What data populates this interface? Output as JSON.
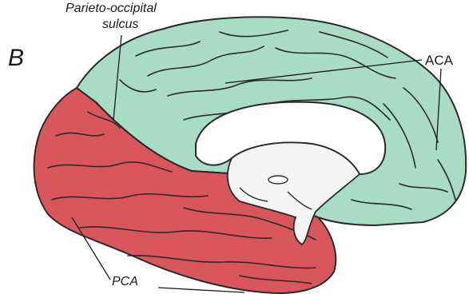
{
  "figure": {
    "panel_letter": "B",
    "labels": {
      "sulcus_line1": "Parieto-occipital",
      "sulcus_line2": "sulcus",
      "aca": "ACA",
      "pca": "PCA"
    },
    "colors": {
      "aca_territory": "#a9dcc5",
      "pca_territory": "#d9565d",
      "outline": "#2a2a2a",
      "corpus_callosum": "#ffffff"
    }
  }
}
